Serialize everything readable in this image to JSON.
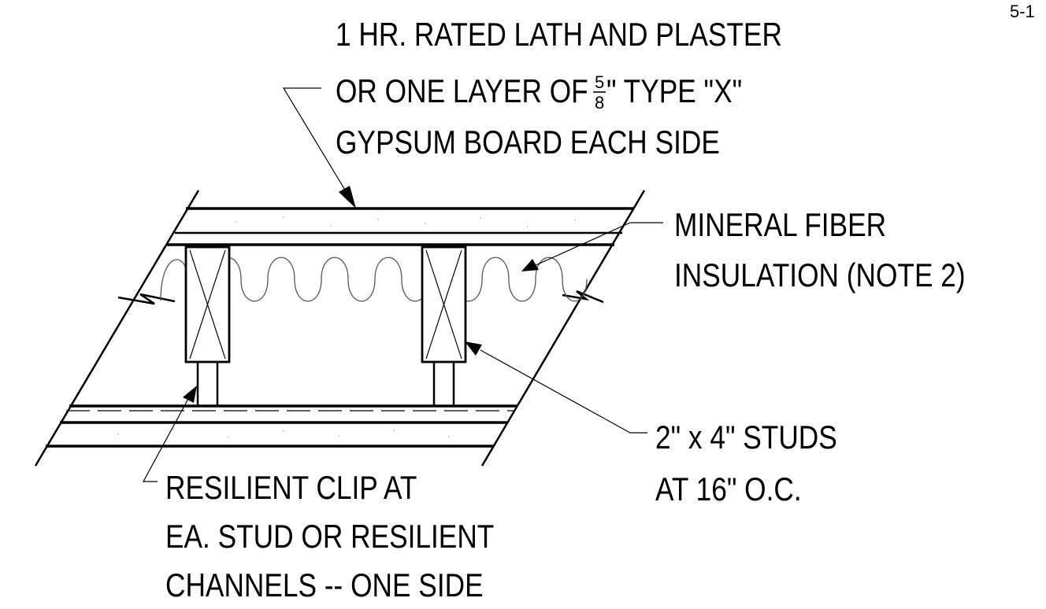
{
  "sheet_number": "5-1",
  "labels": {
    "wallboard": {
      "line1": "1 HR. RATED LATH AND PLASTER",
      "line2_prefix": "OR ONE LAYER OF ",
      "fraction_numerator": "5",
      "fraction_denominator": "8",
      "line2_suffix": "\" TYPE \"X\"",
      "line3": "GYPSUM BOARD EACH SIDE"
    },
    "insulation": {
      "line1": "MINERAL FIBER",
      "line2": "INSULATION (NOTE 2)"
    },
    "studs": {
      "line1": "2\" x 4\" STUDS",
      "line2": "AT 16\" O.C."
    },
    "clip": {
      "line1": "RESILIENT CLIP AT",
      "line2": "EA. STUD OR RESILIENT",
      "line3": "CHANNELS -- ONE SIDE"
    }
  }
}
